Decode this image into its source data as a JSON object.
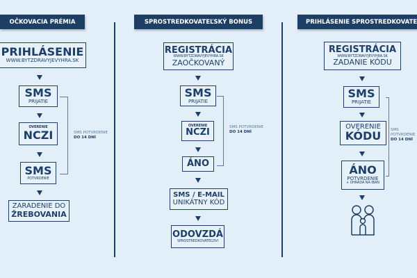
{
  "columns": [
    {
      "header": "OČKOVACIA PRÉMIA",
      "steps": [
        {
          "title": "PRIHLÁSENIE",
          "sub": "WWW.BYTZDRAVYJEVYHRA.SK"
        },
        {
          "title": "SMS",
          "sub": "PRIJATIE"
        },
        {
          "pre": "OVERENIE",
          "title": "NCZI"
        },
        {
          "title": "SMS",
          "sub": "POTVRDENIE"
        },
        {
          "pre": "ZARADENIE DO",
          "title": "ŽREBOVANIA"
        }
      ],
      "note": {
        "line1": "SMS POTVRDENIE",
        "line2": "DO 14 DNÍ"
      }
    },
    {
      "header": "SPROSTREDKOVATEĽSKÝ BONUS",
      "steps": [
        {
          "title": "REGISTRÁCIA",
          "sub": "WWW.BYTZDRAVYJEVYHRA.SK",
          "sub2": "ZAOČKOVANÝ"
        },
        {
          "title": "SMS",
          "sub": "PRIJATIE"
        },
        {
          "pre": "OVERENIE",
          "title": "NCZI"
        },
        {
          "title": "ÁNO"
        },
        {
          "title": "SMS / E-MAIL",
          "sub": "UNIKÁTNY KÓD"
        },
        {
          "title": "ODOVZDÁ",
          "sub": "SPROSTREDKOVATEĽOVI"
        }
      ],
      "note": {
        "line1": "SMS POTVRDENIE",
        "line2": "DO 14 DNÍ"
      }
    },
    {
      "header": "PRIHLÁSENIE SPROSTREDKOVATEĽA",
      "steps": [
        {
          "title": "REGISTRÁCIA",
          "sub": "WWW.BYTZDRAVYJEVYHRA.SK",
          "sub2": "ZADANIE KÓDU"
        },
        {
          "title": "SMS",
          "sub": "PRIJATIE"
        },
        {
          "pre": "OVERENIE",
          "title": "KÓDU"
        },
        {
          "title": "ÁNO",
          "sub": "POTVRDENIE",
          "sub2": "+ ÚHRADA NA IBAN"
        }
      ],
      "note": {
        "line1": "SMS POTVRDENIE",
        "line2": "DO 14 DNÍ"
      },
      "end_icon": "family-icon"
    }
  ],
  "colors": {
    "navy": "#1d3f66",
    "background": "#e2eef8"
  }
}
